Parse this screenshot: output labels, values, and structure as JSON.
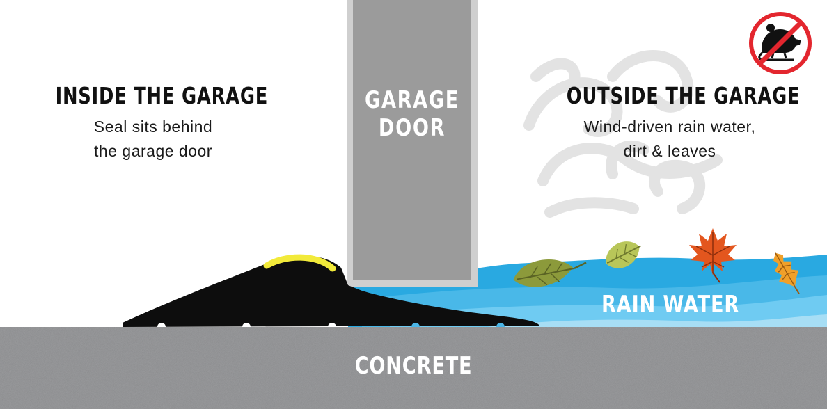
{
  "inside": {
    "title": "INSIDE THE GARAGE",
    "line1": "Seal sits behind",
    "line2": "the garage door"
  },
  "outside": {
    "title": "OUTSIDE THE GARAGE",
    "line1": "Wind-driven rain water,",
    "line2": "dirt & leaves"
  },
  "door": {
    "line1": "GARAGE",
    "line2": "DOOR"
  },
  "water": {
    "label": "RAIN WATER"
  },
  "floor": {
    "label": "CONCRETE"
  },
  "icons": [
    "wind-swirl-icon",
    "leaf-icon",
    "maple-leaf-icon",
    "no-rodent-icon"
  ],
  "colors": {
    "water": "#29a9e1",
    "water_light": "#6fcbf2",
    "seal": "#0d0d0d",
    "seal_accent": "#f2ea3a",
    "door": "#9b9b9b",
    "door_frame": "#cfcfcf",
    "concrete": "#8a8b8d",
    "prohibit_red": "#e3262e"
  }
}
